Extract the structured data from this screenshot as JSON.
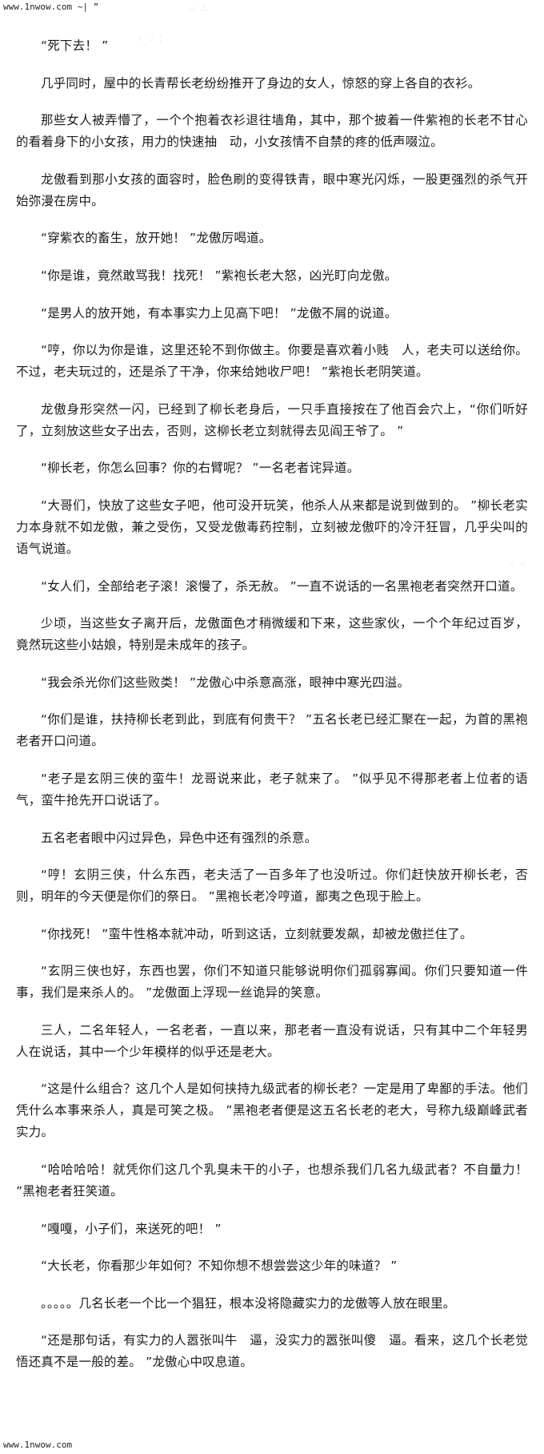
{
  "header_url": "www.1nwow.com ~| ”",
  "footer_url": "www.1nwow.com",
  "paragraphs": [
    "“死下去！ ”",
    "几乎同时，屋中的长青帮长老纷纷推开了身边的女人，惊怒的穿上各自的衣衫。",
    "那些女人被弄懵了，一个个抱着衣衫退往墙角，其中，那个披着一件紫袍的长老不甘心的看着身下的小女孩，用力的快速抽　动，小女孩情不自禁的疼的低声啜泣。",
    "龙傲看到那小女孩的面容时，脸色刷的变得铁青，眼中寒光闪烁，一股更强烈的杀气开始弥漫在房中。",
    "“穿紫衣的畜生，放开她！ ”龙傲厉喝道。",
    "“你是谁，竟然敢骂我！找死！ ”紫袍长老大怒，凶光盯向龙傲。",
    "“是男人的放开她，有本事实力上见高下吧！ ”龙傲不屑的说道。",
    "“哼，你以为你是谁，这里还轮不到你做主。你要是喜欢着小贱　人，老夫可以送给你。不过，老夫玩过的，还是杀了干净，你来给她收尸吧！ ”紫袍长老阴笑道。",
    "龙傲身形突然一闪，已经到了柳长老身后，一只手直接按在了他百会穴上，“你们听好了，立刻放这些女子出去，否则，这柳长老立刻就得去见阎王爷了。 ”",
    "“柳长老，你怎么回事？你的右臂呢？ ”一名老者诧异道。",
    "“大哥们，快放了这些女子吧，他可没开玩笑，他杀人从来都是说到做到的。 ”柳长老实力本身就不如龙傲，兼之受伤，又受龙傲毒药控制，立刻被龙傲吓的冷汗狂冒，几乎尖叫的语气说道。",
    "“女人们，全部给老子滚！滚慢了，杀无赦。 ”一直不说话的一名黑袍老者突然开口道。",
    "少顷，当这些女子离开后，龙傲面色才稍微缓和下来，这些家伙，一个个年纪过百岁，竟然玩这些小姑娘，特别是未成年的孩子。",
    "“我会杀光你们这些败类！ ”龙傲心中杀意高涨，眼神中寒光四溢。",
    "“你们是谁，扶持柳长老到此，到底有何贵干？ ”五名长老已经汇聚在一起，为首的黑袍老者开口问道。",
    "“老子是玄阴三侠的蛮牛！龙哥说来此，老子就来了。 ”似乎见不得那老者上位者的语气，蛮牛抢先开口说话了。",
    "五名老者眼中闪过异色，异色中还有强烈的杀意。",
    "“哼！玄阴三侠，什么东西，老夫活了一百多年了也没听过。你们赶快放开柳长老，否则，明年的今天便是你们的祭日。 ”黑袍长老冷哼道，鄙夷之色现于脸上。",
    "“你找死！ ”蛮牛性格本就冲动，听到这话，立刻就要发飙，却被龙傲拦住了。",
    "“玄阴三侠也好，东西也罢，你们不知道只能够说明你们孤弱寡闻。你们只要知道一件事，我们是来杀人的。 ”龙傲面上浮现一丝诡异的笑意。",
    "三人，二名年轻人，一名老者，一直以来，那老者一直没有说话，只有其中二个年轻男人在说话，其中一个少年模样的似乎还是老大。",
    "“这是什么组合？这几个人是如何挟持九级武者的柳长老？一定是用了卑鄙的手法。他们凭什么本事来杀人，真是可笑之极。 ”黑袍老者便是这五名长老的老大，号称九级巅峰武者实力。",
    "“哈哈哈哈！就凭你们这几个乳臭未干的小子，也想杀我们几名九级武者？不自量力！ ”黑袍老者狂笑道。",
    "“嘎嘎，小子们，来送死的吧！ ”",
    "“大长老，你看那少年如何？不知你想不想尝尝这少年的味道？ ”",
    "。。。。。几名长老一个比一个猖狂，根本没将隐藏实力的龙傲等人放在眼里。",
    "“还是那句话，有实力的人嚣张叫牛　逼，没实力的嚣张叫傻　逼。看来，这几个长老觉悟还真不是一般的差。 ”龙傲心中叹息道。"
  ]
}
